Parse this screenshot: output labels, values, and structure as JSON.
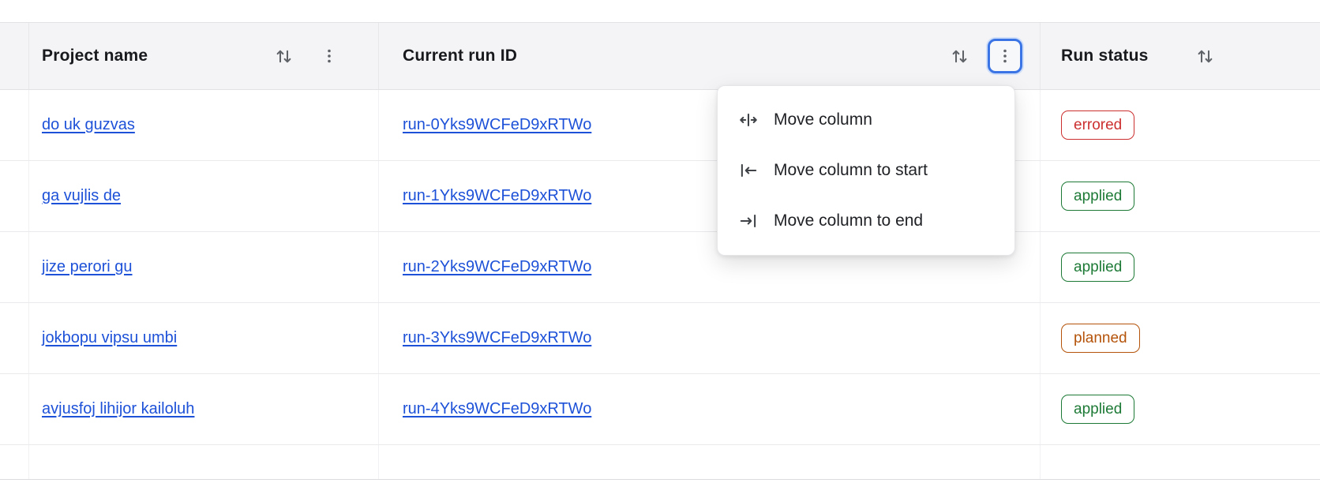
{
  "table": {
    "columns": [
      {
        "id": "project_name",
        "label": "Project name"
      },
      {
        "id": "current_run_id",
        "label": "Current run ID"
      },
      {
        "id": "run_status",
        "label": "Run status"
      }
    ],
    "rows": [
      {
        "project": "do uk guzvas",
        "run_id": "run-0Yks9WCFeD9xRTWo",
        "status": "errored"
      },
      {
        "project": "ga vujlis de",
        "run_id": "run-1Yks9WCFeD9xRTWo",
        "status": "applied"
      },
      {
        "project": "jize perori gu",
        "run_id": "run-2Yks9WCFeD9xRTWo",
        "status": "applied"
      },
      {
        "project": "jokbopu vipsu umbi",
        "run_id": "run-3Yks9WCFeD9xRTWo",
        "status": "planned"
      },
      {
        "project": "avjusfoj lihijor kailoluh",
        "run_id": "run-4Yks9WCFeD9xRTWo",
        "status": "applied"
      }
    ]
  },
  "column_menu": {
    "items": [
      {
        "label": "Move column",
        "icon": "move-column-icon"
      },
      {
        "label": "Move column to start",
        "icon": "move-column-to-start-icon"
      },
      {
        "label": "Move column to end",
        "icon": "move-column-to-end-icon"
      }
    ]
  },
  "colors": {
    "link": "#1d51d8",
    "focus_ring": "#3b74e4",
    "header_background": "#f4f4f6",
    "status": {
      "errored": "#cc2f2f",
      "applied": "#1d7a36",
      "planned": "#b45309"
    }
  }
}
